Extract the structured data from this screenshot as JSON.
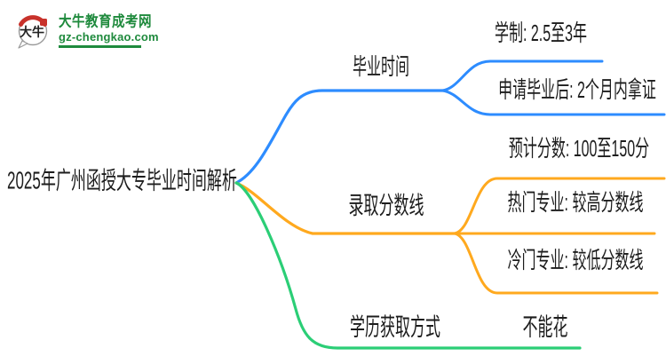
{
  "logo": {
    "badge_text": "大牛",
    "site_name": "大牛教育成考网",
    "site_url": "gz-chengkao.com"
  },
  "root": {
    "label": "2025年广州函授大专毕业时间解析"
  },
  "branches": [
    {
      "id": "graduation-time",
      "label": "毕业时间",
      "color": "#2d8cff",
      "children": [
        {
          "label": "学制: 2.5至3年"
        },
        {
          "label": "申请毕业后: 2个月内拿证"
        }
      ]
    },
    {
      "id": "admission-score-line",
      "label": "录取分数线",
      "color": "#ffa91e",
      "children": [
        {
          "label": "预计分数: 100至150分"
        },
        {
          "label": "热门专业: 较高分数线"
        },
        {
          "label": "冷门专业: 较低分数线"
        }
      ]
    },
    {
      "id": "degree-acquisition",
      "label": "学历获取方式",
      "color": "#2bce76",
      "children": [
        {
          "label": "不能花"
        }
      ]
    }
  ],
  "colors": {
    "blue": "#2d8cff",
    "orange": "#ffa91e",
    "green": "#2bce76",
    "logo_green": "#1f8a3d",
    "seal_red": "#c8322b",
    "text": "#1c1c1c"
  }
}
